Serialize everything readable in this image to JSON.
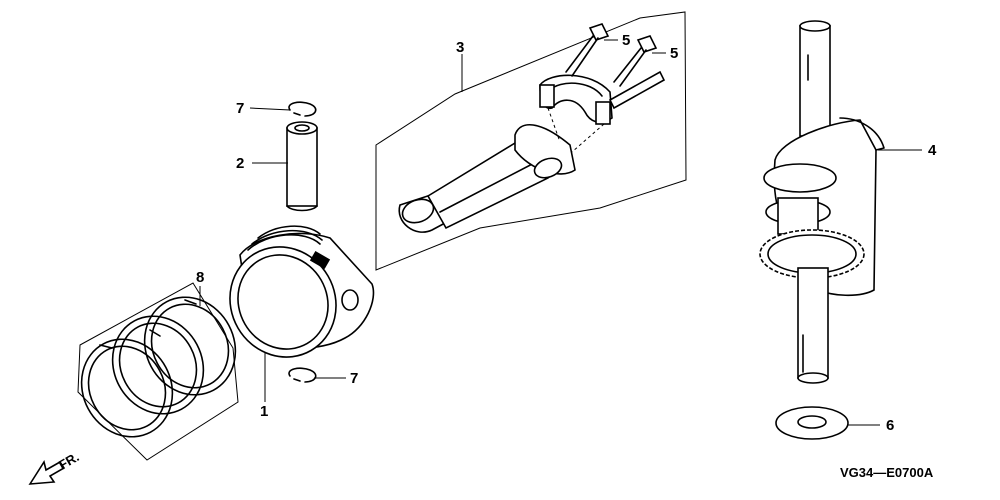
{
  "callouts": {
    "c1": "1",
    "c2": "2",
    "c3": "3",
    "c4": "4",
    "c5a": "5",
    "c5b": "5",
    "c6": "6",
    "c7a": "7",
    "c7b": "7",
    "c8": "8"
  },
  "front_label": "FR.",
  "diagram_code": "VG34—E0700A"
}
